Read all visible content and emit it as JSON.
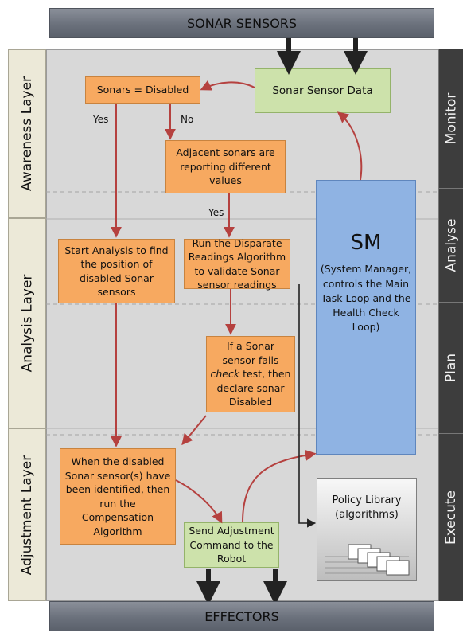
{
  "banners": {
    "top": "SONAR SENSORS",
    "bottom": "EFFECTORS"
  },
  "layers": [
    "Awareness Layer",
    "Analysis Layer",
    "Adjustment Layer"
  ],
  "phases": [
    "Monitor",
    "Analyse",
    "Plan",
    "Execute"
  ],
  "boxes": {
    "sonars_disabled": "Sonars = Disabled",
    "sonar_data": "Sonar Sensor Data",
    "adjacent": "Adjacent sonars are reporting different values",
    "start_analysis": "Start Analysis to find the position of disabled Sonar sensors",
    "run_disparate": "Run the Disparate Readings Algorithm to validate Sonar sensor readings",
    "declare_disabled_pre": "If a Sonar sensor fails ",
    "declare_disabled_em": "check",
    "declare_disabled_post": " test, then declare sonar Disabled",
    "when_identified": "When the disabled Sonar sensor(s) have been identified, then run the Compensation Algorithm",
    "send_adjustment": "Send Adjustment Command to the Robot"
  },
  "sm": {
    "title": "SM",
    "subtitle": "(System Manager, controls the Main Task Loop and the Health Check Loop)"
  },
  "library": {
    "name": "Policy Library",
    "sub": "(algorithms)"
  },
  "edge_labels": {
    "yes1": "Yes",
    "no": "No",
    "yes2": "Yes"
  },
  "colors": {
    "action_box": "#f7a960",
    "data_box": "#cde2ab",
    "sm_box": "#8fb3e3",
    "arrow": "#b5413f",
    "phase_bar": "#3d3d3d"
  }
}
